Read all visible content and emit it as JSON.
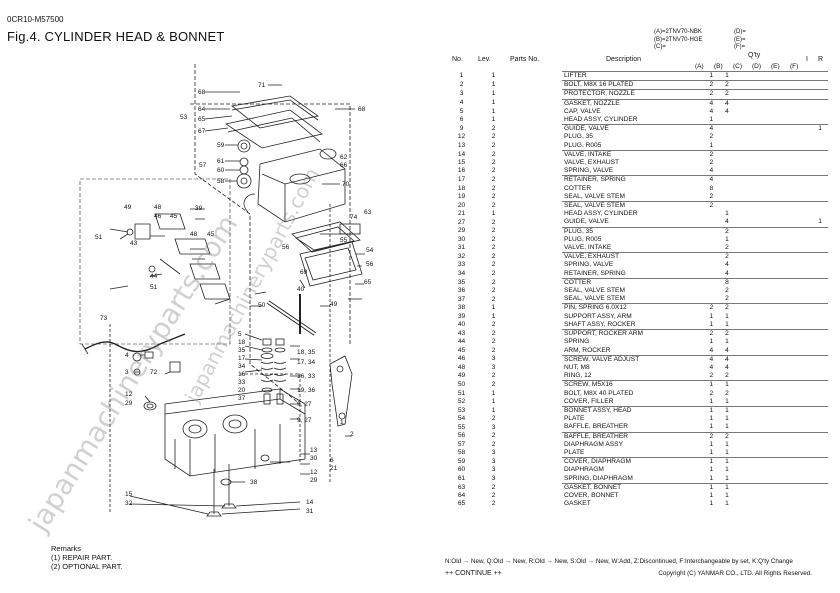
{
  "doc_code": "0CR10-M57500",
  "figure_title": "Fig.4.  CYLINDER HEAD & BONNET",
  "model_notes": {
    "a": "(A)=2TNV70-NBK",
    "b": "(B)=2TNV70-HGE",
    "c": "(C)=",
    "d": "(D)=",
    "e": "(E)=",
    "f": "(F)="
  },
  "table_headers": {
    "no": "No.",
    "lev": "Lev.",
    "parts_no": "Parts No.",
    "description": "Description",
    "qty": "Q'ty",
    "a": "(A)",
    "b": "(B)",
    "c": "(C)",
    "d": "(D)",
    "e": "(E)",
    "f": "(F)",
    "i": "I",
    "r": "R"
  },
  "parts": [
    {
      "no": "1",
      "lev": "1",
      "desc": "LIFTER",
      "a": "1",
      "b": "1",
      "r": "",
      "g": true
    },
    {
      "no": "2",
      "lev": "1",
      "desc": "BOLT, M8X 16 PLATED",
      "a": "2",
      "b": "2",
      "r": "",
      "g": true
    },
    {
      "no": "3",
      "lev": "1",
      "desc": "PROTECTOR, NOZZLE",
      "a": "2",
      "b": "2",
      "r": "",
      "g": true
    },
    {
      "no": "4",
      "lev": "1",
      "desc": "GASKET, NOZZLE",
      "a": "4",
      "b": "4",
      "r": "",
      "g": true
    },
    {
      "no": "5",
      "lev": "1",
      "desc": "CAP, VALVE",
      "a": "4",
      "b": "4",
      "r": "",
      "g": false
    },
    {
      "no": "6",
      "lev": "1",
      "desc": "HEAD ASSY, CYLINDER",
      "a": "1",
      "b": "",
      "r": "",
      "g": false
    },
    {
      "no": "9",
      "lev": "2",
      "desc": "GUIDE, VALVE",
      "a": "4",
      "b": "",
      "r": "1",
      "g": true
    },
    {
      "no": "12",
      "lev": "2",
      "desc": "PLUG, 35",
      "a": "2",
      "b": "",
      "r": "",
      "g": false
    },
    {
      "no": "13",
      "lev": "2",
      "desc": "PLUG, R005",
      "a": "1",
      "b": "",
      "r": "",
      "g": false
    },
    {
      "no": "14",
      "lev": "2",
      "desc": "VALVE, INTAKE",
      "a": "2",
      "b": "",
      "r": "",
      "g": true
    },
    {
      "no": "15",
      "lev": "2",
      "desc": "VALVE, EXHAUST",
      "a": "2",
      "b": "",
      "r": "",
      "g": false
    },
    {
      "no": "16",
      "lev": "2",
      "desc": "SPRING, VALVE",
      "a": "4",
      "b": "",
      "r": "",
      "g": false
    },
    {
      "no": "17",
      "lev": "2",
      "desc": "RETAINER, SPRING",
      "a": "4",
      "b": "",
      "r": "",
      "g": true
    },
    {
      "no": "18",
      "lev": "2",
      "desc": "COTTER",
      "a": "8",
      "b": "",
      "r": "",
      "g": false
    },
    {
      "no": "19",
      "lev": "2",
      "desc": "SEAL, VALVE STEM",
      "a": "2",
      "b": "",
      "r": "",
      "g": false
    },
    {
      "no": "20",
      "lev": "2",
      "desc": "SEAL, VALVE STEM",
      "a": "2",
      "b": "",
      "r": "",
      "g": true
    },
    {
      "no": "21",
      "lev": "1",
      "desc": "HEAD ASSY, CYLINDER",
      "a": "",
      "b": "1",
      "r": "",
      "g": false
    },
    {
      "no": "27",
      "lev": "2",
      "desc": "GUIDE, VALVE",
      "a": "",
      "b": "4",
      "r": "1",
      "g": false
    },
    {
      "no": "29",
      "lev": "2",
      "desc": "PLUG, 35",
      "a": "",
      "b": "2",
      "r": "",
      "g": true
    },
    {
      "no": "30",
      "lev": "2",
      "desc": "PLUG, R005",
      "a": "",
      "b": "1",
      "r": "",
      "g": false
    },
    {
      "no": "31",
      "lev": "2",
      "desc": "VALVE, INTAKE",
      "a": "",
      "b": "2",
      "r": "",
      "g": false
    },
    {
      "no": "32",
      "lev": "2",
      "desc": "VALVE, EXHAUST",
      "a": "",
      "b": "2",
      "r": "",
      "g": true
    },
    {
      "no": "33",
      "lev": "2",
      "desc": "SPRING, VALVE",
      "a": "",
      "b": "4",
      "r": "",
      "g": false
    },
    {
      "no": "34",
      "lev": "2",
      "desc": "RETAINER, SPRING",
      "a": "",
      "b": "4",
      "r": "",
      "g": false
    },
    {
      "no": "35",
      "lev": "2",
      "desc": "COTTER",
      "a": "",
      "b": "8",
      "r": "",
      "g": true
    },
    {
      "no": "36",
      "lev": "2",
      "desc": "SEAL, VALVE STEM",
      "a": "",
      "b": "2",
      "r": "",
      "g": false
    },
    {
      "no": "37",
      "lev": "2",
      "desc": "SEAL, VALVE STEM",
      "a": "",
      "b": "2",
      "r": "",
      "g": false
    },
    {
      "no": "38",
      "lev": "1",
      "desc": "PIN, SPRING 6.0X12",
      "a": "2",
      "b": "2",
      "r": "",
      "g": true
    },
    {
      "no": "39",
      "lev": "1",
      "desc": "SUPPORT ASSY, ARM",
      "a": "1",
      "b": "1",
      "r": "",
      "g": false
    },
    {
      "no": "40",
      "lev": "2",
      "desc": "SHAFT ASSY, ROCKER",
      "a": "1",
      "b": "1",
      "r": "",
      "g": false
    },
    {
      "no": "43",
      "lev": "2",
      "desc": "SUPPORT, ROCKER ARM",
      "a": "2",
      "b": "2",
      "r": "",
      "g": true
    },
    {
      "no": "44",
      "lev": "2",
      "desc": "SPRING",
      "a": "1",
      "b": "1",
      "r": "",
      "g": false
    },
    {
      "no": "45",
      "lev": "2",
      "desc": "ARM, ROCKER",
      "a": "4",
      "b": "4",
      "r": "",
      "g": false
    },
    {
      "no": "46",
      "lev": "3",
      "desc": "SCREW, VALVE ADJUST",
      "a": "4",
      "b": "4",
      "r": "",
      "g": true
    },
    {
      "no": "48",
      "lev": "3",
      "desc": "NUT, M8",
      "a": "4",
      "b": "4",
      "r": "",
      "g": false
    },
    {
      "no": "49",
      "lev": "2",
      "desc": "RING, 12",
      "a": "2",
      "b": "2",
      "r": "",
      "g": false
    },
    {
      "no": "50",
      "lev": "2",
      "desc": "SCREW, M5X16",
      "a": "1",
      "b": "1",
      "r": "",
      "g": true
    },
    {
      "no": "51",
      "lev": "1",
      "desc": "BOLT, M8X 40 PLATED",
      "a": "2",
      "b": "2",
      "r": "",
      "g": false
    },
    {
      "no": "52",
      "lev": "1",
      "desc": "COVER, FILLER",
      "a": "1",
      "b": "1",
      "r": "",
      "g": false
    },
    {
      "no": "53",
      "lev": "1",
      "desc": "BONNET ASSY, HEAD",
      "a": "1",
      "b": "1",
      "r": "",
      "g": true
    },
    {
      "no": "54",
      "lev": "2",
      "desc": "PLATE",
      "a": "1",
      "b": "1",
      "r": "",
      "g": false
    },
    {
      "no": "55",
      "lev": "3",
      "desc": "BAFFLE, BREATHER",
      "a": "1",
      "b": "1",
      "r": "",
      "g": false
    },
    {
      "no": "56",
      "lev": "2",
      "desc": "BAFFLE, BREATHER",
      "a": "2",
      "b": "2",
      "r": "",
      "g": true
    },
    {
      "no": "57",
      "lev": "2",
      "desc": "DIAPHRAGM ASSY",
      "a": "1",
      "b": "1",
      "r": "",
      "g": false
    },
    {
      "no": "58",
      "lev": "3",
      "desc": "PLATE",
      "a": "1",
      "b": "1",
      "r": "",
      "g": false
    },
    {
      "no": "59",
      "lev": "3",
      "desc": "COVER, DIAPHRAGM",
      "a": "1",
      "b": "1",
      "r": "",
      "g": true
    },
    {
      "no": "60",
      "lev": "3",
      "desc": "DIAPHRAGM",
      "a": "1",
      "b": "1",
      "r": "",
      "g": false
    },
    {
      "no": "61",
      "lev": "3",
      "desc": "SPRING, DIAPHRAGM",
      "a": "1",
      "b": "1",
      "r": "",
      "g": false
    },
    {
      "no": "63",
      "lev": "2",
      "desc": "GASKET, BONNET",
      "a": "1",
      "b": "1",
      "r": "",
      "g": true
    },
    {
      "no": "64",
      "lev": "2",
      "desc": "COVER, BONNET",
      "a": "1",
      "b": "1",
      "r": "",
      "g": false
    },
    {
      "no": "65",
      "lev": "2",
      "desc": "GASKET",
      "a": "1",
      "b": "1",
      "r": "",
      "g": false
    }
  ],
  "diagram_callouts": {
    "71": "71",
    "68a": "68",
    "64": "64",
    "68b": "68",
    "53": "53",
    "65": "65",
    "67": "67",
    "59": "59",
    "61": "61",
    "60": "60",
    "57": "57",
    "58": "58",
    "62": "62",
    "66": "66",
    "70": "70",
    "63": "63",
    "74": "74",
    "55": "55",
    "54": "54",
    "56a": "56",
    "56b": "56",
    "65b": "65",
    "69": "69",
    "49a": "49",
    "48a": "48",
    "46": "46",
    "45a": "45",
    "39": "39",
    "51a": "51",
    "48b": "48",
    "43": "43",
    "45b": "45",
    "40": "40",
    "44": "44",
    "51b": "51",
    "50": "50",
    "49b": "49",
    "73": "73",
    "4": "4",
    "3": "3",
    "72": "72",
    "12": "12",
    "29": "29",
    "5": "5",
    "18": "18",
    "35": "35",
    "17": "17",
    "34": "34",
    "16": "16",
    "33": "33",
    "20": "20",
    "37": "37",
    "18_35": "18, 35",
    "17_34": "17, 34",
    "16_33": "16, 33",
    "19_36": "19, 36",
    "9_27": "9, 27",
    "1": "1",
    "2": "2",
    "13": "13",
    "30": "30",
    "6": "6",
    "21": "21",
    "12b": "12",
    "29b": "29",
    "38": "38",
    "15": "15",
    "32": "32",
    "14": "14",
    "31": "31"
  },
  "watermark": "japanmachineryparts.com",
  "remarks": {
    "title": "Remarks",
    "line1": "(1) REPAIR PART.",
    "line2": "(2) OPTIONAL PART."
  },
  "footer": {
    "legend": "N:Old → New, Q:Old → New, R:Old → New, S:Old → New, W:Add, Z:Discontinued, F:Interchangeable by set, K:Q'ty Change",
    "continue": "++ CONTINUE ++",
    "copyright": "Copyright (C)  YANMAR CO., LTD. All Rights Reserved."
  }
}
